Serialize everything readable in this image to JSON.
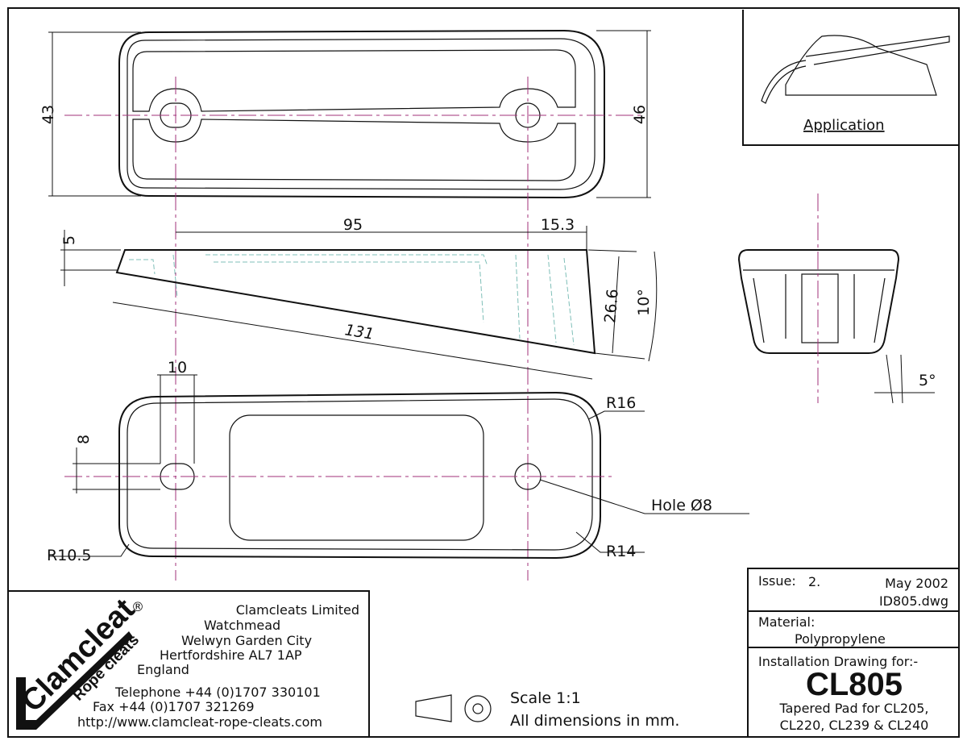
{
  "application_label": "Application",
  "dimensions": {
    "top_width_left": "43",
    "top_width_right": "46",
    "thickness_min": "5",
    "hole_spacing": "95",
    "hole_to_end": "15.3",
    "end_height": "26.6",
    "taper_angle": "10°",
    "overall_length": "131",
    "slot_width": "10",
    "slot_length": "8",
    "radius_top_right": "R16",
    "radius_bottom_left": "R10.5",
    "radius_bottom_right": "R14",
    "hole": "Hole Ø8",
    "end_angle": "5°"
  },
  "company": {
    "logo_main": "Clamcleat",
    "logo_sub": "Rope cleats",
    "logo_mark": "®",
    "name": "Clamcleats Limited",
    "address_1": "Watchmead",
    "address_2": "Welwyn Garden City",
    "address_3": "Hertfordshire AL7 1AP",
    "address_4": "England",
    "telephone": "Telephone +44 (0)1707 330101",
    "fax": "Fax +44 (0)1707 321269",
    "website": "http://www.clamcleat-rope-cleats.com"
  },
  "notes": {
    "scale": "Scale 1:1",
    "units": "All dimensions in mm."
  },
  "title_block": {
    "issue_label": "Issue:",
    "issue_value": "2.",
    "date": "May 2002",
    "file": "ID805.dwg",
    "material_label": "Material:",
    "material_value": "Polypropylene",
    "drawing_for": "Installation Drawing for:-",
    "part_number": "CL805",
    "description_1": "Tapered Pad for CL205,",
    "description_2": "CL220, CL239 & CL240"
  }
}
